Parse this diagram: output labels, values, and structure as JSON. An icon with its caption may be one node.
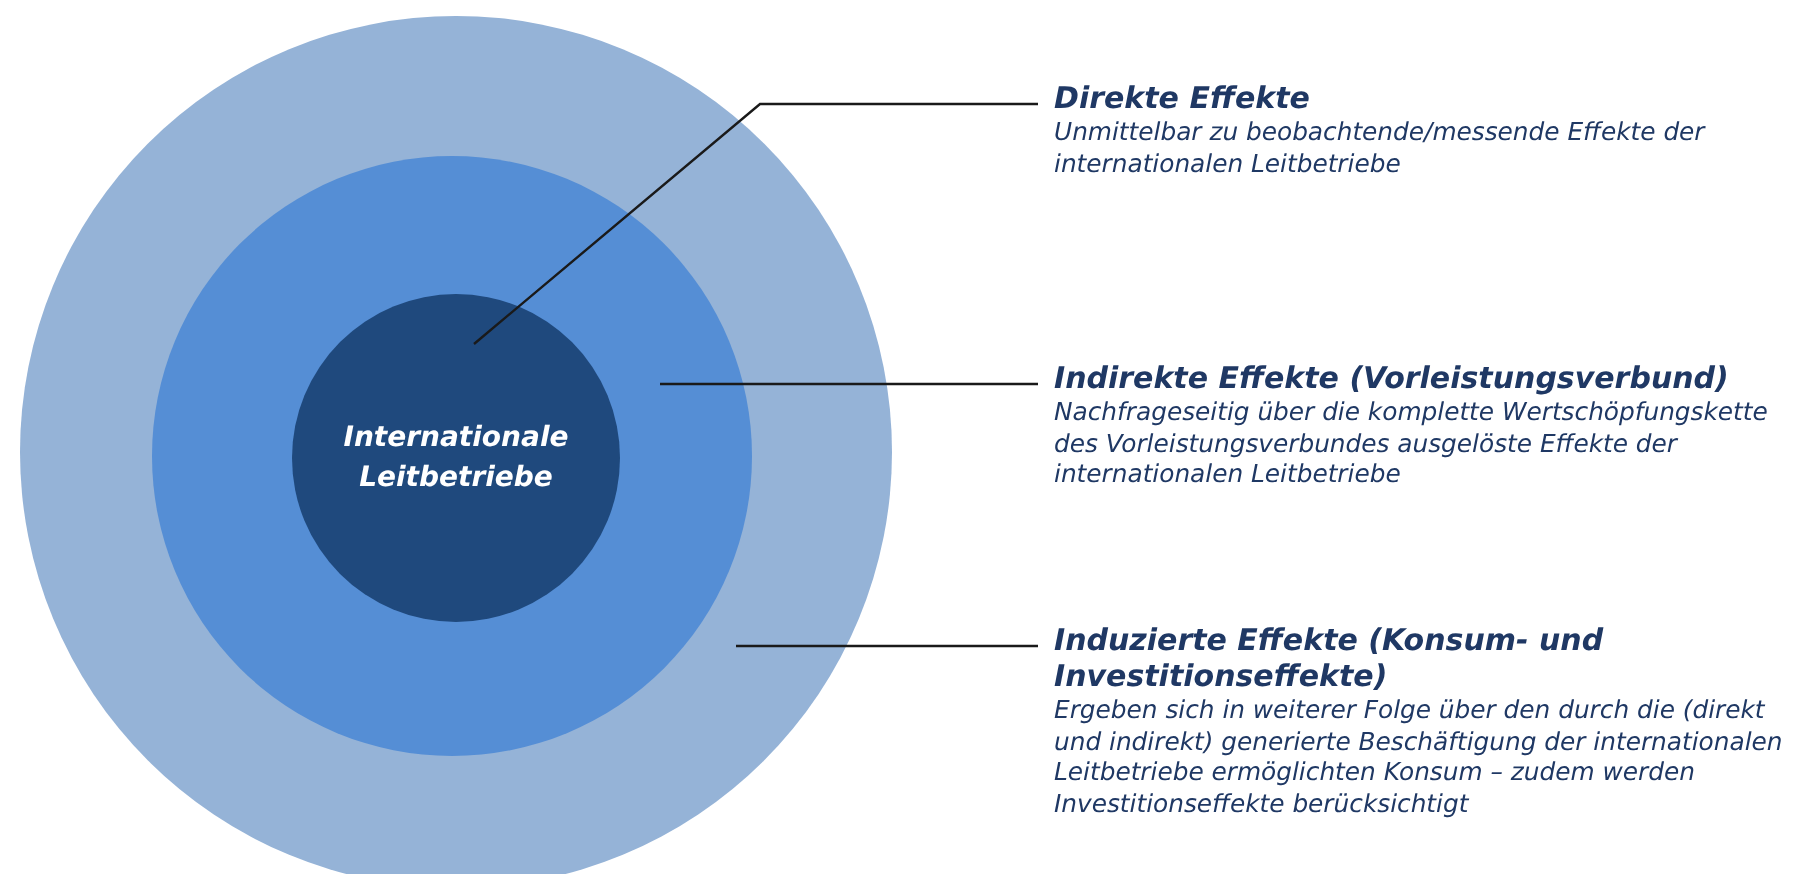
{
  "diagram": {
    "nodes": [
      {
        "text": [],
        "shape": "circle"
      },
      {
        "text": [],
        "shape": "circle",
        "in": 0
      },
      {
        "text": [
          "Internationale Leitbetriebe"
        ],
        "in": 1
      },
      {
        "text": [
          "Direkte Effekte",
          "Unmittelbar zu beobachtende/messende  Effekte der internationalen Leitbetriebe"
        ]
      },
      {
        "text": [
          "Indirekte Effekte (Vorleistungsverbund)",
          "Nachfrageseitig über die komplette Wertschöpfungskette des Vorleistungsverbundes ausgelöste Effekte der internationalen Leitbetriebe"
        ]
      },
      {
        "text": [
          "Induzierte Effekte (Konsum- und Investitionseffekte)",
          "Ergeben sich in weiterer Folge über den durch die (direkt und indirekt) generierte Beschäftigung der internationalen Leitbetriebe ermöglichten Konsum – zudem werden Investitionseffekte berücksichtigt"
        ]
      }
    ],
    "edges": [
      {
        "from": 3,
        "to": 2,
        "arrow": "none"
      },
      {
        "from": 4,
        "to": 1,
        "arrow": "none"
      },
      {
        "from": 5,
        "to": 0,
        "arrow": "none"
      }
    ]
  }
}
